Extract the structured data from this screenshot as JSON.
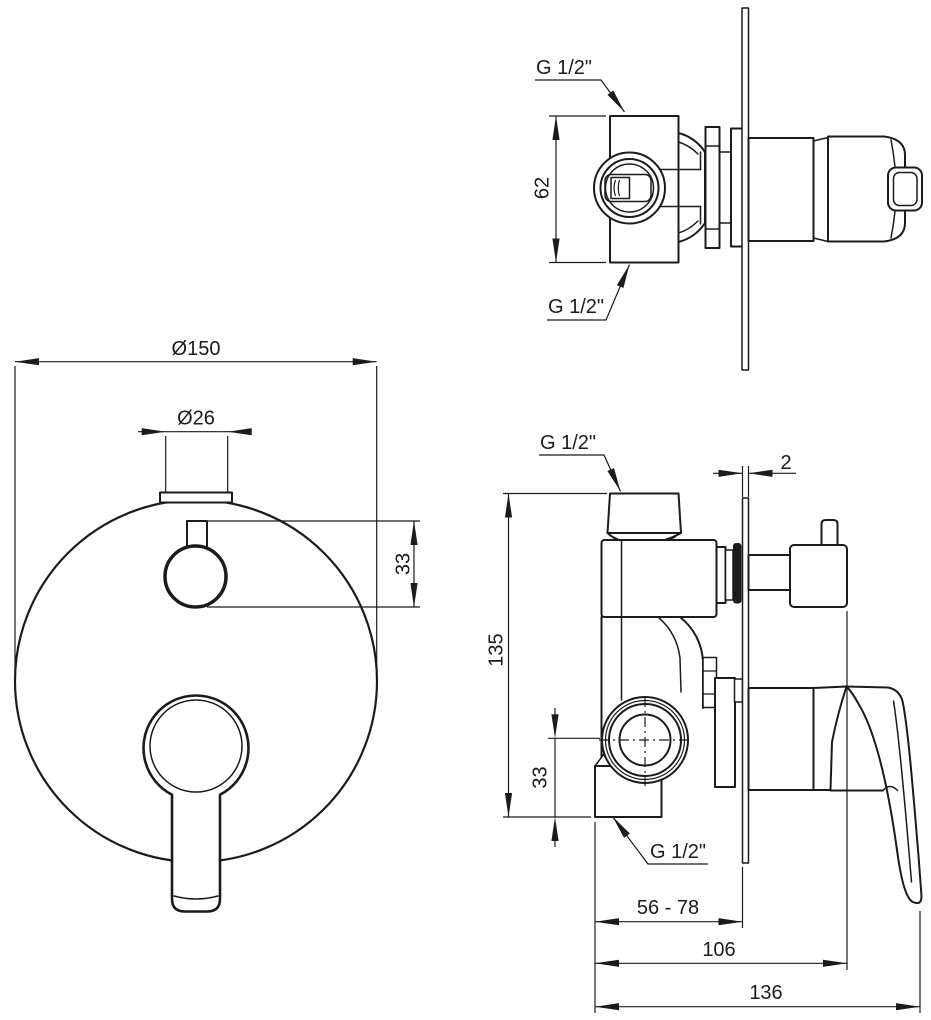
{
  "colors": {
    "background": "#ffffff",
    "line": "#1b1b1b"
  },
  "views": {
    "top": {
      "labels": {
        "thread_top": "G 1/2\"",
        "thread_bottom": "G 1/2\"",
        "dim_body_height": "62"
      }
    },
    "front": {
      "labels": {
        "dim_plate_diameter": "Ø150",
        "dim_knob_diameter": "Ø26",
        "dim_knob_offset": "33"
      }
    },
    "side": {
      "labels": {
        "thread_top": "G 1/2\"",
        "thread_bottom": "G 1/2\"",
        "dim_plate_thickness": "2",
        "dim_overall_height": "135",
        "dim_outlet_offset": "33",
        "dim_depth_range": "56 - 78",
        "dim_plate_to_knob": "106",
        "dim_overall_depth": "136"
      }
    }
  }
}
